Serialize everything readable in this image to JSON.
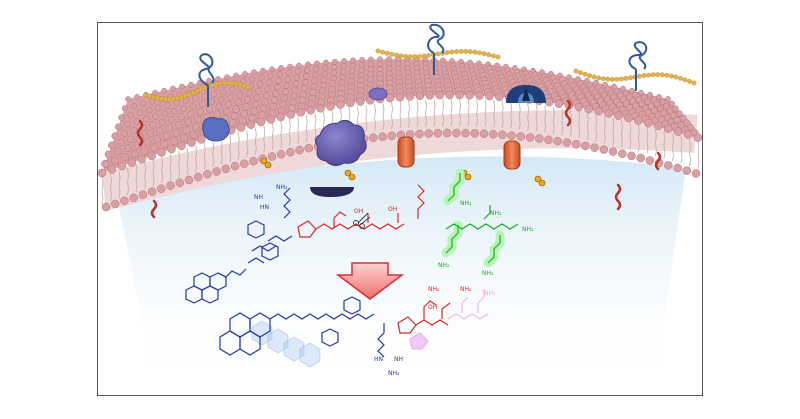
{
  "figure": {
    "colors": {
      "frame": "#555555",
      "lipid_head": "#d9a0a4",
      "lipid_head_stroke": "#b27278",
      "lipid_tail": "#c9a8aa",
      "glycan_bead": "#e3b24c",
      "glycoprotein_stroke": "#2d5aa0",
      "protein_blue": "#5a6fc1",
      "protein_purple": "#6e63b2",
      "channel_orange": "#e06b42",
      "receptor_navy": "#1f3f7a",
      "peptide_blue": "#2436b0",
      "peptide_red": "#d42a2a",
      "peptide_green": "#22a822",
      "green_highlight": "#7ef07e",
      "arrow_fill": "#f29090",
      "arrow_stroke": "#d9302f",
      "beam": "#d6ecf7"
    },
    "icons": [
      "scissors-icon",
      "down-arrow-icon"
    ]
  },
  "peptide_top": {
    "labels": {
      "nh_top": "NH",
      "nh2_arg": "NH₂",
      "hn_arg": "HN",
      "oh1": "OH",
      "oh2": "OH",
      "nh2_a": "NH₂",
      "nh2_b": "NH₂",
      "nh2_c": "NH₂",
      "nh2_d": "NH₂",
      "nh2_e": "NH₂"
    }
  },
  "peptide_bottom": {
    "labels": {
      "nh2_left": "NH₂",
      "oh": "OH",
      "nh2_right": "NH₂",
      "nh2_arg": "NH₂",
      "hn_arg": "HN",
      "nh_arg": "NH",
      "nh2_faded": "NH₂"
    }
  }
}
